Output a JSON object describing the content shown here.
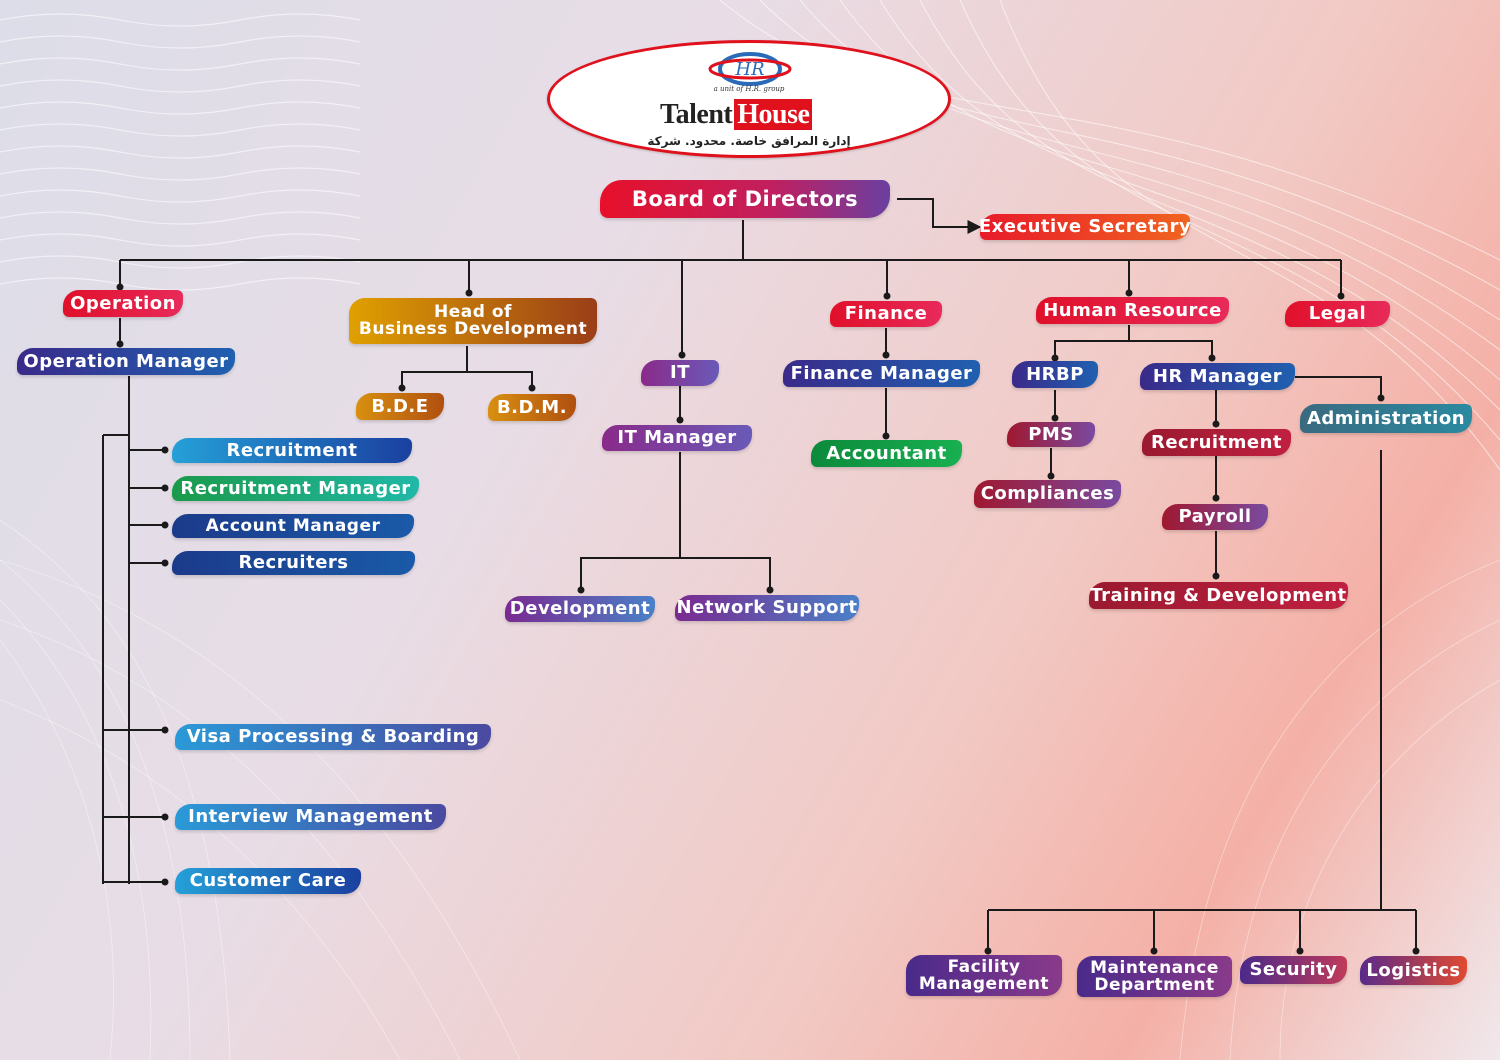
{
  "logo": {
    "tagline": "a unit of H.R. group",
    "brand_first": "Talent",
    "brand_second": "House",
    "arabic_name": "إدارة المرافق خاصة. محدود. شركة"
  },
  "org": {
    "board": "Board of Directors",
    "exec_secretary": "Executive Secretary",
    "operation": "Operation",
    "operation_manager": "Operation Manager",
    "op_recruitment": "Recruitment",
    "op_recruitment_manager": "Recruitment Manager",
    "op_account_manager": "Account Manager",
    "op_recruiters": "Recruiters",
    "op_visa": "Visa Processing & Boarding",
    "op_interview": "Interview Management",
    "op_customer_care": "Customer Care",
    "head_bd_line1": "Head of",
    "head_bd_line2": "Business Development",
    "bde": "B.D.E",
    "bdm": "B.D.M.",
    "it": "IT",
    "it_manager": "IT Manager",
    "development": "Development",
    "network_support": "Network Support",
    "finance": "Finance",
    "finance_manager": "Finance Manager",
    "accountant": "Accountant",
    "human_resource": "Human Resource",
    "hrbp": "HRBP",
    "pms": "PMS",
    "compliances": "Compliances",
    "hr_manager": "HR Manager",
    "hr_recruitment": "Recruitment",
    "payroll": "Payroll",
    "training": "Training & Development",
    "legal": "Legal",
    "administration": "Administration",
    "facility_line1": "Facility",
    "facility_line2": "Management",
    "maintenance_line1": "Maintenance",
    "maintenance_line2": "Department",
    "security": "Security",
    "logistics": "Logistics"
  },
  "colors": {
    "connector": "#1a1a1a",
    "brand_red": "#e0101c"
  }
}
